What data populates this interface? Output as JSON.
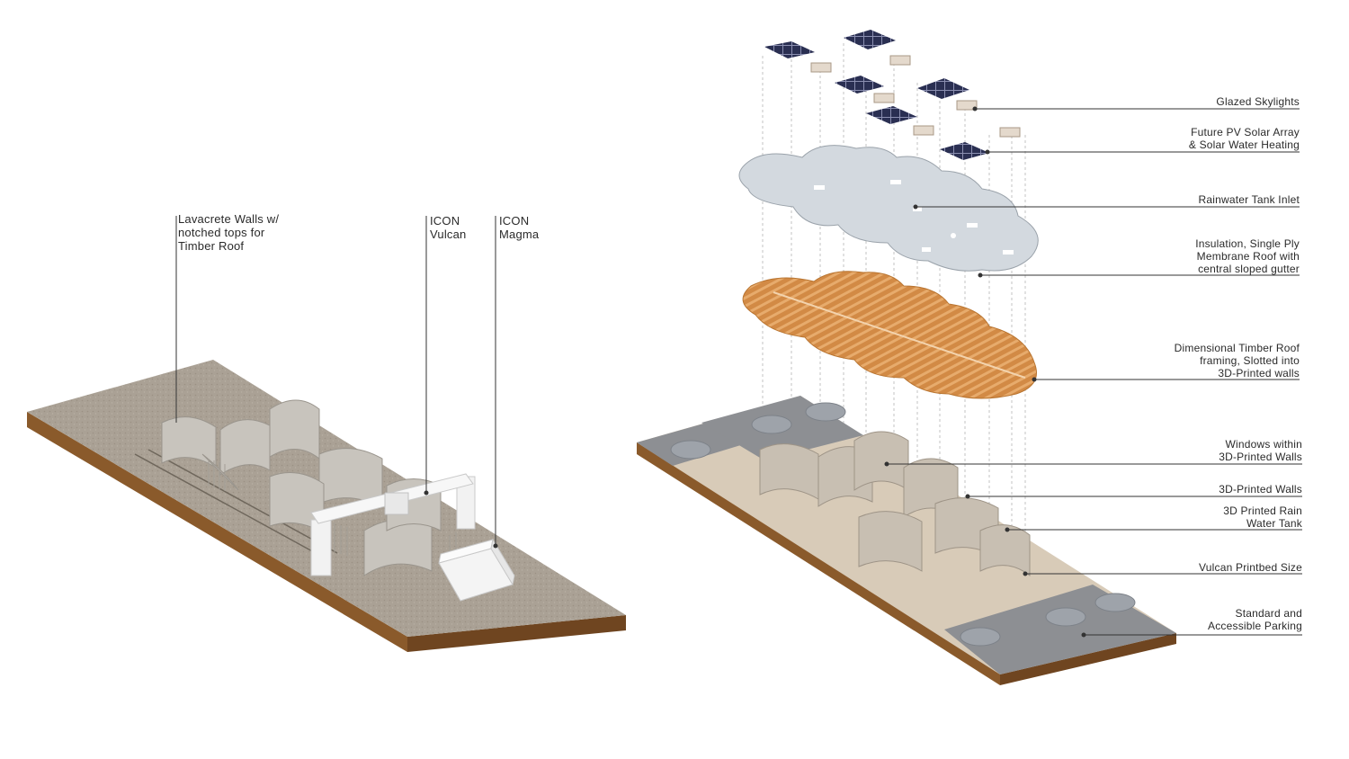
{
  "left_labels": [
    {
      "id": "lavacrete-walls",
      "lines": [
        "Lavacrete Walls w/",
        "notched tops for",
        "Timber Roof"
      ]
    },
    {
      "id": "icon-vulcan",
      "lines": [
        "ICON",
        "Vulcan"
      ]
    },
    {
      "id": "icon-magma",
      "lines": [
        "ICON",
        "Magma"
      ]
    }
  ],
  "right_labels": [
    {
      "id": "glazed-skylights",
      "lines": [
        "Glazed Skylights"
      ]
    },
    {
      "id": "pv-solar",
      "lines": [
        "Future PV Solar Array",
        "& Solar Water Heating"
      ]
    },
    {
      "id": "rainwater-inlet",
      "lines": [
        "Rainwater Tank Inlet"
      ]
    },
    {
      "id": "insulation-roof",
      "lines": [
        "Insulation, Single Ply",
        "Membrane Roof with",
        "central sloped gutter"
      ]
    },
    {
      "id": "timber-roof",
      "lines": [
        "Dimensional Timber Roof",
        "framing, Slotted into",
        "3D-Printed walls"
      ]
    },
    {
      "id": "windows",
      "lines": [
        "Windows within",
        "3D-Printed Walls"
      ]
    },
    {
      "id": "printed-walls",
      "lines": [
        "3D-Printed Walls"
      ]
    },
    {
      "id": "rain-tank",
      "lines": [
        "3D Printed Rain",
        "Water Tank"
      ]
    },
    {
      "id": "printbed",
      "lines": [
        "Vulcan Printbed Size"
      ]
    },
    {
      "id": "parking",
      "lines": [
        "Standard and",
        "Accessible Parking"
      ]
    }
  ],
  "colors": {
    "ground": "#a89e8f",
    "soil": "#8a5a2b",
    "concrete": "#c9c6c0",
    "timber": "#d9914a",
    "membrane": "#d2d8de",
    "solar": "#2b3050",
    "asphalt": "#8d8f93",
    "leader": "#333333"
  }
}
